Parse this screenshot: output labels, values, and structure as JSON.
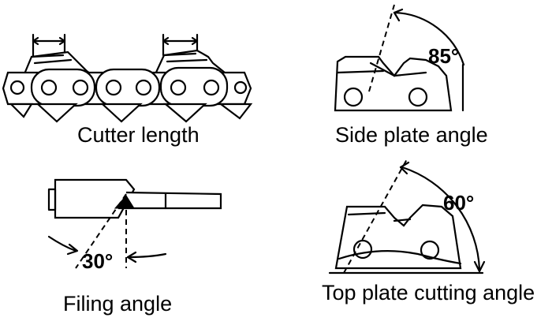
{
  "panels": {
    "cutter_length": {
      "caption": "Cutter length"
    },
    "side_plate": {
      "caption": "Side plate angle",
      "angle_label": "85°"
    },
    "filing": {
      "caption": "Filing angle",
      "angle_label": "30°"
    },
    "top_plate": {
      "caption": "Top plate cutting angle",
      "angle_label": "60°"
    }
  }
}
